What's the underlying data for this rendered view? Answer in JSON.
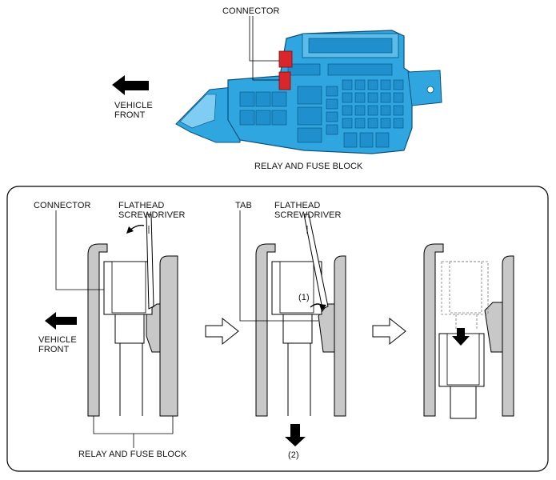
{
  "top": {
    "connector_label": "CONNECTOR",
    "vehicle_front_label": "VEHICLE\nFRONT",
    "block_caption": "RELAY AND FUSE BLOCK"
  },
  "panel": {
    "step1": {
      "connector_label": "CONNECTOR",
      "screwdriver_label": "FLATHEAD\nSCREWDRIVER",
      "vehicle_front_label": "VEHICLE\nFRONT",
      "block_caption": "RELAY AND FUSE BLOCK"
    },
    "step2": {
      "tab_label": "TAB",
      "screwdriver_label": "FLATHEAD\nSCREWDRIVER",
      "step1_marker": "(1)",
      "step2_marker": "(2)"
    }
  },
  "colors": {
    "block_blue": "#2fa6e0",
    "block_blue_light": "#7fcdf2",
    "block_blue_dark": "#1177b8",
    "connector_red": "#d9262a",
    "wall_gray": "#c8c8c8"
  }
}
